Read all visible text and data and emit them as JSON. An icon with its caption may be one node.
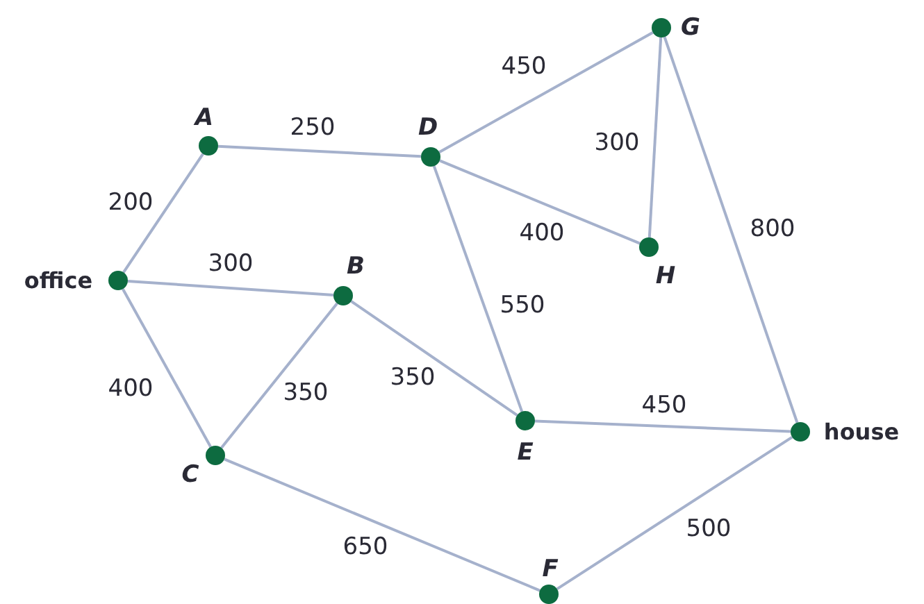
{
  "diagram": {
    "nodes": [
      {
        "text": [
          "A"
        ]
      },
      {
        "text": [
          "D"
        ]
      },
      {
        "text": [
          "G"
        ]
      },
      {
        "text": [
          "H"
        ]
      },
      {
        "text": [
          "office"
        ]
      },
      {
        "text": [
          "B"
        ]
      },
      {
        "text": [
          "C"
        ]
      },
      {
        "text": [
          "E"
        ]
      },
      {
        "text": [
          "house"
        ]
      },
      {
        "text": [
          "F"
        ]
      }
    ],
    "edges": [
      {
        "from": 4,
        "to": 0,
        "arrow": "none",
        "label": "200"
      },
      {
        "from": 0,
        "to": 1,
        "arrow": "none",
        "label": "250"
      },
      {
        "from": 1,
        "to": 2,
        "arrow": "none",
        "label": "450"
      },
      {
        "from": 2,
        "to": 3,
        "arrow": "none",
        "label": "300"
      },
      {
        "from": 1,
        "to": 3,
        "arrow": "none",
        "label": "400"
      },
      {
        "from": 2,
        "to": 8,
        "arrow": "none",
        "label": "800"
      },
      {
        "from": 4,
        "to": 5,
        "arrow": "none",
        "label": "300"
      },
      {
        "from": 1,
        "to": 7,
        "arrow": "none",
        "label": "550"
      },
      {
        "from": 5,
        "to": 7,
        "arrow": "none",
        "label": "350"
      },
      {
        "from": 5,
        "to": 6,
        "arrow": "none",
        "label": "350"
      },
      {
        "from": 4,
        "to": 6,
        "arrow": "none",
        "label": "400"
      },
      {
        "from": 7,
        "to": 8,
        "arrow": "none",
        "label": "450"
      },
      {
        "from": 6,
        "to": 9,
        "arrow": "none",
        "label": "650"
      },
      {
        "from": 9,
        "to": 8,
        "arrow": "none",
        "label": "500"
      }
    ]
  }
}
